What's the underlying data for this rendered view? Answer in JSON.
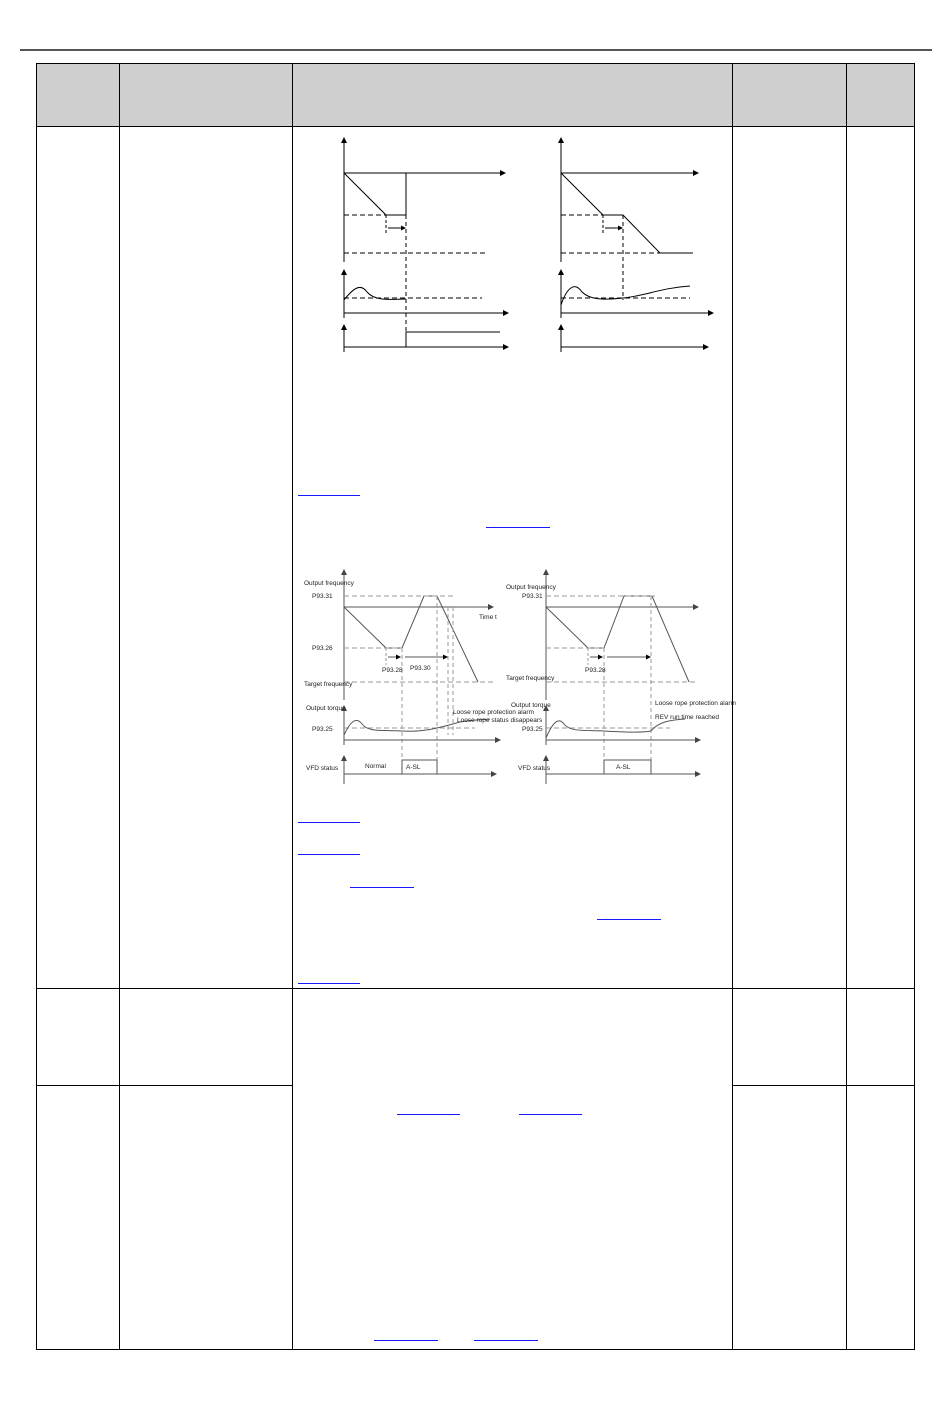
{
  "diagram2": {
    "left": {
      "ylabel_freq": "Output frequency",
      "p9331": "P93.31",
      "p9326": "P93.26",
      "p9328": "P93.28",
      "p9330": "P93.30",
      "time": "Time t",
      "target": "Target frequency",
      "ylabel_torque": "Output torque",
      "p9325": "P93.25",
      "alarm1": "Loose rope protection alarm",
      "alarm2": "Loose rope status disappears",
      "vfd": "VFD status",
      "normal": "Normal",
      "asl": "A-SL"
    },
    "right": {
      "ylabel_freq": "Output frequency",
      "p9331": "P93.31",
      "p9328": "P93.28",
      "target": "Target frequency",
      "ylabel_torque": "Output torque",
      "p9325": "P93.25",
      "alarm1": "Loose rope protection alarm",
      "alarm2": "REV run time reached",
      "vfd": "VFD status",
      "asl": "A-SL"
    }
  }
}
